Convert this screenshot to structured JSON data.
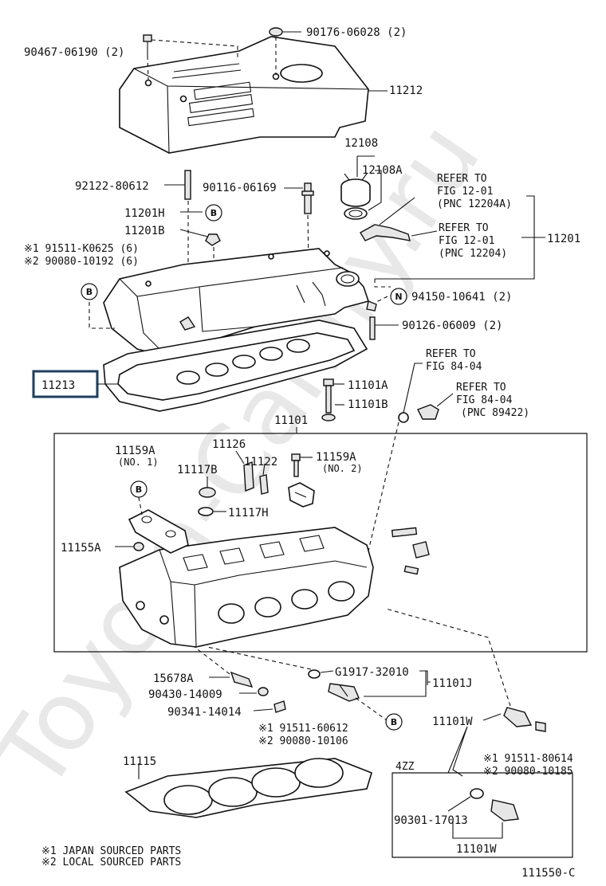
{
  "watermark": "Toyota-Camry.ru",
  "figure_code": "111550-C",
  "variant_label": "4ZZ",
  "highlighted_part": "11213",
  "labels": {
    "p90467": "90467-06190 (2)",
    "p90176": "90176-06028 (2)",
    "p11212": "11212",
    "p12108": "12108",
    "p12108A": "12108A",
    "p92122": "92122-80612",
    "p90116": "90116-06169",
    "p11201H": "11201H",
    "p11201B": "11201B",
    "ref1201_1": "REFER TO",
    "ref1201_2": "FIG 12-01",
    "ref1201_3": "(PNC 12204A)",
    "ref1204_1": "REFER TO",
    "ref1204_2": "FIG 12-01",
    "ref1204_3": "(PNC 12204)",
    "p11201": "11201",
    "n91511_k0625": "※1 91511-K0625 (6)",
    "n90080_10192": "※2 90080-10192 (6)",
    "p94150": "94150-10641 (2)",
    "p90126": "90126-06009 (2)",
    "p11213": "11213",
    "ref8404a_1": "REFER TO",
    "ref8404a_2": "FIG 84-04",
    "p11101A": "11101A",
    "p11101B": "11101B",
    "ref8404b_1": "REFER TO",
    "ref8404b_2": "FIG 84-04",
    "ref8404b_3": "(PNC 89422)",
    "p11101": "11101",
    "p11159A_1": "11159A",
    "p11159A_1_sub": "(NO. 1)",
    "p11126": "11126",
    "p11117B": "11117B",
    "p11122": "11122",
    "p11159A_2": "11159A",
    "p11159A_2_sub": "(NO. 2)",
    "p11117H": "11117H",
    "p11155A": "11155A",
    "p15678A": "15678A",
    "pG1917": "G1917-32010",
    "p11101J": "11101J",
    "p90430": "90430-14009",
    "p90341": "90341-14014",
    "n91511_60612": "※1 91511-60612",
    "n90080_10106": "※2 90080-10106",
    "p11101W": "11101W",
    "n91511_80614": "※1 91511-80614",
    "n90080_10185": "※2 90080-10185",
    "p11115": "11115",
    "p90301": "90301-17013",
    "p11101W_b": "11101W",
    "foot1": "※1 JAPAN SOURCED PARTS",
    "foot2": "※2 LOCAL SOURCED PARTS"
  },
  "callouts": {
    "b1": "B",
    "b2": "B",
    "b3": "B",
    "b4": "B",
    "n1": "N"
  }
}
